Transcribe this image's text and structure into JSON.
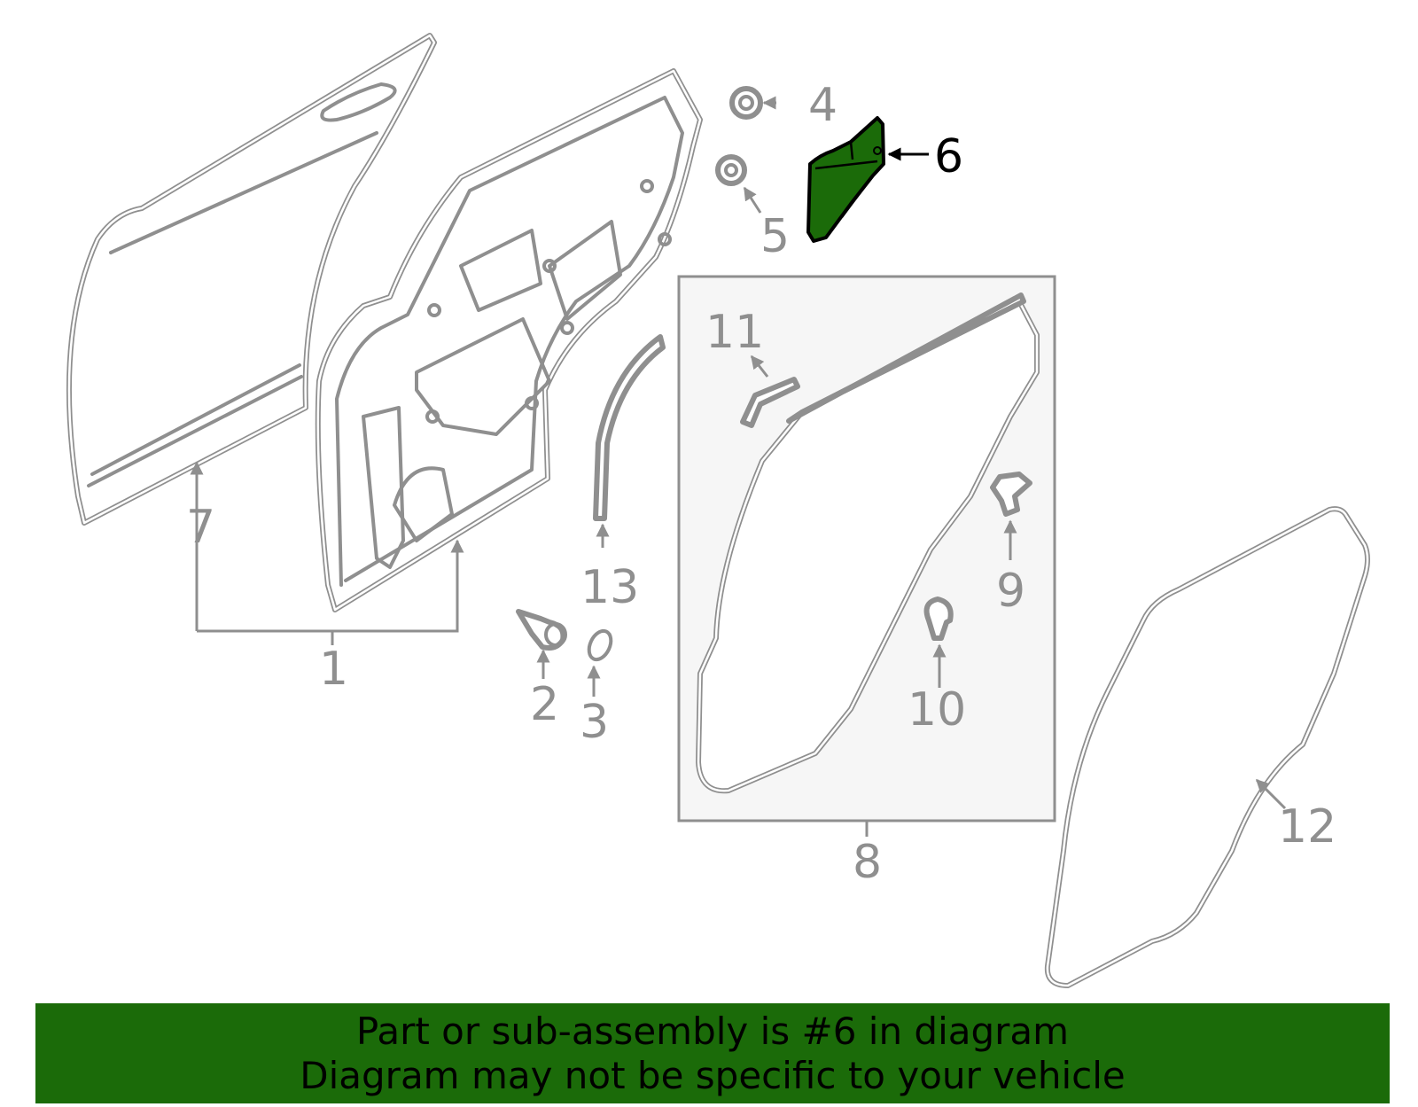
{
  "callouts": [
    "1",
    "2",
    "3",
    "4",
    "5",
    "6",
    "7",
    "8",
    "9",
    "10",
    "11",
    "12",
    "13"
  ],
  "highlighted_part": "6",
  "highlight_color": "#1b6b09",
  "banner": {
    "line1": "Part or sub-assembly is #6 in diagram",
    "line2": "Diagram may not be specific to your vehicle"
  }
}
